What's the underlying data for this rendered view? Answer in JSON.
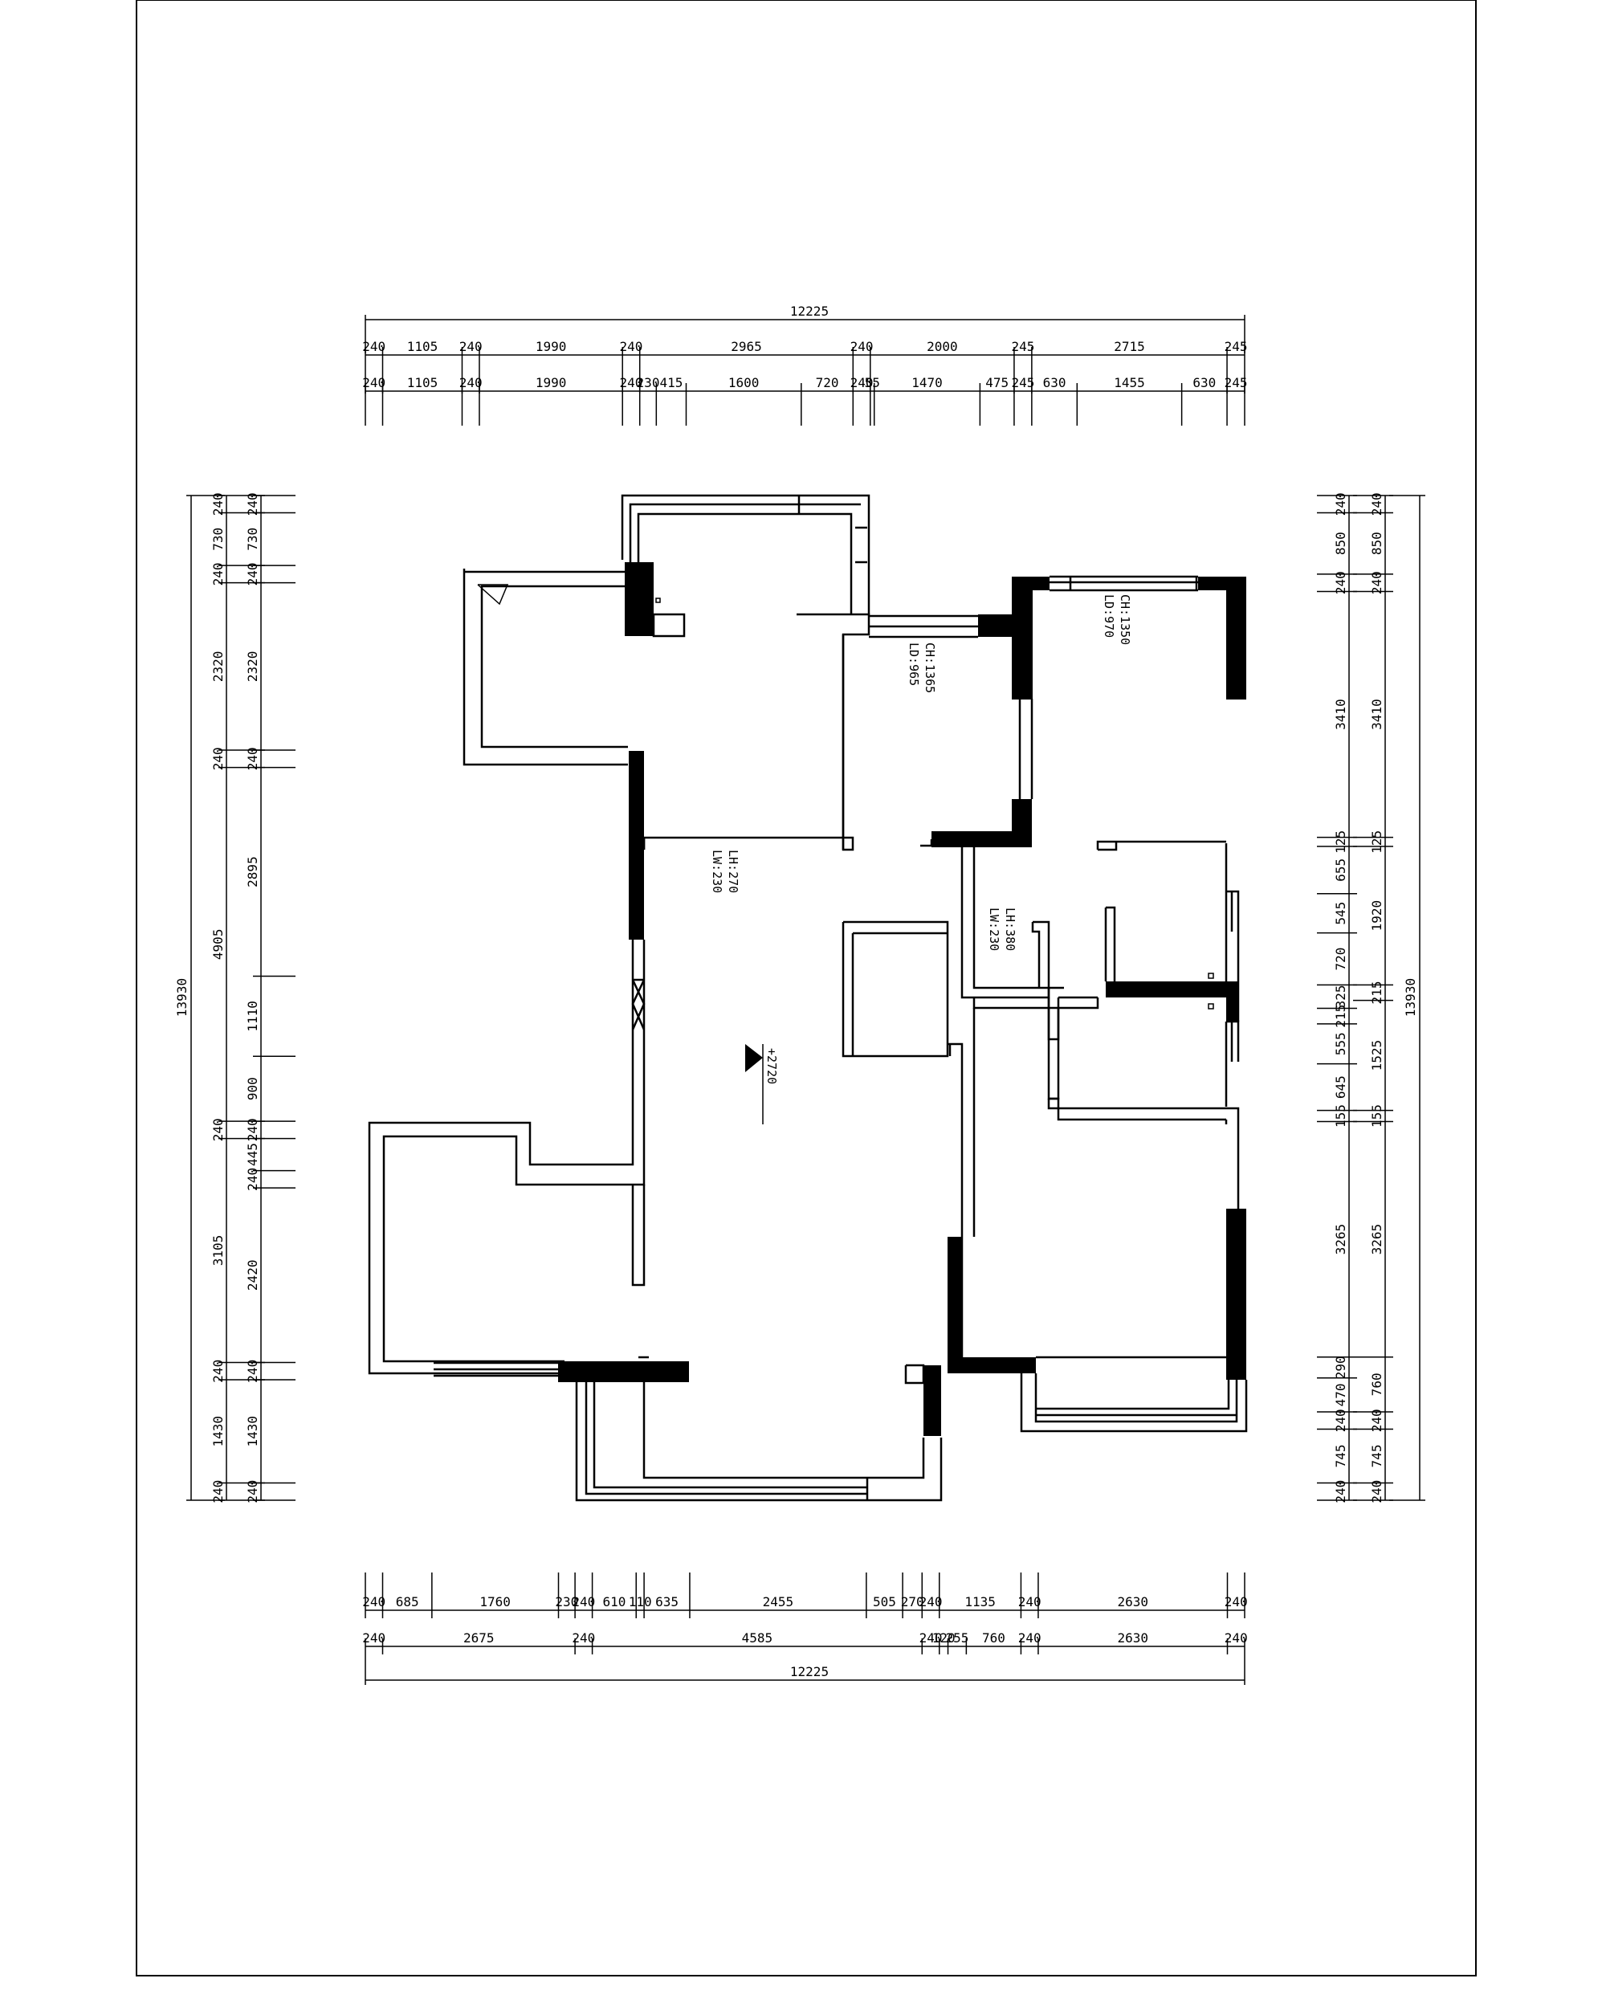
{
  "dimensions": {
    "top_total": "12225",
    "top_row1": [
      "240",
      "1105",
      "240",
      "1990",
      "240",
      "2965",
      "240",
      "2000",
      "245",
      "2715",
      "245"
    ],
    "top_row2": [
      "240",
      "1105",
      "240",
      "1990",
      "240",
      "230",
      "415",
      "1600",
      "720",
      "240",
      "55",
      "1470",
      "475",
      "245",
      "630",
      "1455",
      "630",
      "245"
    ],
    "bottom_total": "12225",
    "bottom_row1": [
      "240",
      "685",
      "1760",
      "230",
      "240",
      "610",
      "110",
      "635",
      "2455",
      "505",
      "270",
      "240",
      "1135",
      "240",
      "2630",
      "240"
    ],
    "bottom_row2": [
      "240",
      "2675",
      "240",
      "4585",
      "240",
      "120",
      "255",
      "760",
      "240",
      "2630",
      "240"
    ],
    "left_total": "13930",
    "left_outer": [
      "240",
      "730",
      "240",
      "2320",
      "240",
      "4905",
      "240",
      "3105",
      "240",
      "1430",
      "240"
    ],
    "left_inner": [
      "240",
      "730",
      "240",
      "2320",
      "240",
      "2895",
      "1110",
      "900",
      "240",
      "445",
      "240",
      "2420",
      "240",
      "1430",
      "240"
    ],
    "right_total": "13930",
    "right_inner": [
      "240",
      "850",
      "240",
      "3410",
      "125",
      "655",
      "545",
      "720",
      "325",
      "215",
      "555",
      "645",
      "155",
      "3265",
      "290",
      "470",
      "240",
      "745",
      "240"
    ],
    "right_outer": [
      "240",
      "850",
      "240",
      "3410",
      "125",
      "1920",
      "215",
      "1525",
      "155",
      "3265",
      "760",
      "240",
      "745",
      "240"
    ]
  },
  "annotations": {
    "window_a_ch": "CH:1365",
    "window_a_ld": "LD:965",
    "window_b_ch": "CH:1350",
    "window_b_ld": "LD:970",
    "beam_a_lh": "LH:270",
    "beam_a_lw": "LW:230",
    "beam_b_lh": "LH:380",
    "beam_b_lw": "LW:230",
    "floor_elevation": "+2720"
  }
}
